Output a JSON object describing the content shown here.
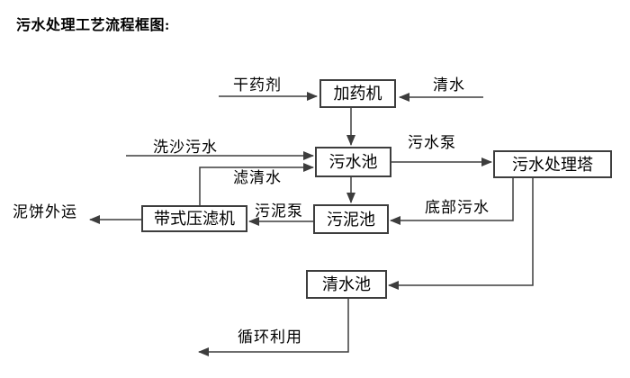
{
  "title": {
    "text": "污水处理工艺流程框图:"
  },
  "diagram": {
    "type": "flowchart",
    "colors": {
      "line": "#3d3d3d",
      "border": "#3d3d3d",
      "text": "#000000",
      "background": "#ffffff"
    },
    "nodes": [
      {
        "id": "dosing-machine",
        "label": "加药机"
      },
      {
        "id": "sewage-pool",
        "label": "污水池"
      },
      {
        "id": "treatment-tower",
        "label": "污水处理塔"
      },
      {
        "id": "belt-filter-press",
        "label": "带式压滤机"
      },
      {
        "id": "sludge-pool",
        "label": "污泥池"
      },
      {
        "id": "clean-water-pool",
        "label": "清水池"
      }
    ],
    "edge_labels": [
      {
        "id": "dry-agent",
        "label": "干药剂"
      },
      {
        "id": "clean-water",
        "label": "清水"
      },
      {
        "id": "sand-washing-sewage",
        "label": "洗沙污水"
      },
      {
        "id": "filtered-water",
        "label": "滤清水"
      },
      {
        "id": "sewage-pump",
        "label": "污水泵"
      },
      {
        "id": "bottom-sewage",
        "label": "底部污水"
      },
      {
        "id": "sludge-pump",
        "label": "污泥泵"
      },
      {
        "id": "mud-cake-out",
        "label": "泥饼外运"
      },
      {
        "id": "recycling",
        "label": "循环利用"
      }
    ],
    "edges": [
      {
        "from": "干药剂",
        "to": "加药机",
        "label": ""
      },
      {
        "from": "清水",
        "to": "加药机",
        "label": ""
      },
      {
        "from": "加药机",
        "to": "污水池",
        "label": ""
      },
      {
        "from": "洗沙污水",
        "to": "污水池",
        "label": ""
      },
      {
        "from": "带式压滤机",
        "to": "污水池",
        "label": "滤清水"
      },
      {
        "from": "污水池",
        "to": "污水处理塔",
        "label": "污水泵"
      },
      {
        "from": "污水池",
        "to": "污泥池",
        "label": ""
      },
      {
        "from": "污水处理塔",
        "to": "污泥池",
        "label": "底部污水"
      },
      {
        "from": "污泥池",
        "to": "带式压滤机",
        "label": "污泥泵"
      },
      {
        "from": "带式压滤机",
        "to": "泥饼外运",
        "label": ""
      },
      {
        "from": "污水处理塔",
        "to": "清水池",
        "label": ""
      },
      {
        "from": "清水池",
        "to": "循环利用",
        "label": ""
      }
    ]
  }
}
